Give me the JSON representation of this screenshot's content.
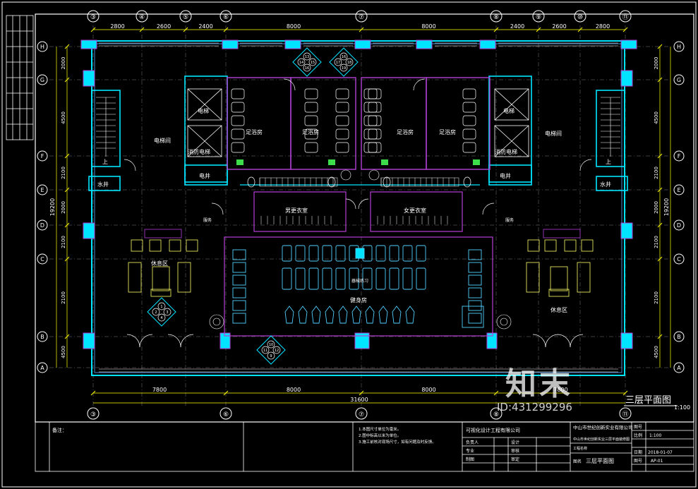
{
  "axes_top": [
    "③",
    "④",
    "⑤",
    "⑥",
    "⑦",
    "⑧",
    "⑨",
    "⑩",
    "⑪"
  ],
  "axes_bottom": [
    "③",
    "⑥",
    "⑦",
    "⑧",
    "⑪"
  ],
  "axes_rows": [
    "H",
    "G",
    "F",
    "E",
    "D",
    "C",
    "B",
    "A"
  ],
  "dims_top": [
    "2800",
    "2600",
    "2400",
    "8000",
    "8000",
    "2400",
    "2600",
    "2800"
  ],
  "dims_bottom": [
    "7800",
    "8000",
    "8000",
    "7800"
  ],
  "dim_total_bottom": "31600",
  "dims_left": [
    "2000",
    "4500",
    "2100",
    "2000",
    "2100",
    "2100",
    "4500",
    "2000"
  ],
  "dim_total_left": "19200",
  "dims_right": [
    "2000",
    "4500",
    "2100",
    "2000",
    "2100",
    "2100",
    "4500",
    "2000"
  ],
  "dim_total_right": "19200",
  "rooms": {
    "elevator_left": "电梯",
    "fire_elevator_left": "消防电梯",
    "elevator_hall_left": "电梯间",
    "water_shaft_left": "水井",
    "elec_shaft_left": "电井",
    "foot_bath_1": "足浴房",
    "foot_bath_2": "足浴房",
    "foot_bath_3": "足浴房",
    "foot_bath_4": "足浴房",
    "elevator_right": "电梯",
    "fire_elevator_right": "消防电梯",
    "elevator_hall_right": "电梯间",
    "water_shaft_right": "水井",
    "elec_shaft_right": "电井",
    "male_locker": "男更衣室",
    "female_locker": "女更衣室",
    "rest_left": "休息区",
    "rest_right": "休息区",
    "gym": "健身房",
    "equip": "器械练习",
    "stair_up_left": "上",
    "stair_up_right": "上",
    "side_left": "服务",
    "side_right": "服务"
  },
  "index_tags": {
    "tag_a": [
      "13",
      "14",
      "15",
      "16"
    ],
    "tag_b": [
      "16",
      "17",
      "18",
      "19"
    ],
    "tag_c": [
      "1",
      "2",
      "3",
      "4"
    ],
    "tag_d": [
      "10",
      "11",
      "12",
      "9"
    ]
  },
  "sheet_title": "三层平面图",
  "scale_note": "1:100",
  "title_block": {
    "remark_label": "备注：",
    "notes": [
      "1.本图尺寸单位为毫米。",
      "2.图中标高以米为单位。",
      "3.施工前核对现场尺寸，如有问题及时反馈。"
    ],
    "design_company": "可视化设计工程有限公司",
    "client": "中山市世纪创新实业有限公司",
    "project": "中山市世纪创新实业三层平面装修图",
    "drawing_name": "三层平面图",
    "labels": {
      "designer": "设计",
      "checker": "审核",
      "drawer": "制图",
      "approver": "审定",
      "drawing_no": "图号",
      "scale": "比例",
      "date": "日期",
      "sheet": "图号",
      "project_label": "工程名称",
      "drawing_label": "图名",
      "person": "负责人",
      "spec": "专业"
    },
    "scale": "1:100",
    "date": "2018-01-07",
    "sheet_no": "AP-01"
  },
  "watermark": "知末",
  "watermark_id": "ID:431299296",
  "colors": {
    "wall": "#00e5ff",
    "axis": "#ffffff",
    "dim": "#ffff00",
    "partition": "#b33fd6",
    "furniture": "#4fd0ff",
    "red": "#ff3030",
    "green": "#3ddc4a",
    "bg": "#000000"
  }
}
